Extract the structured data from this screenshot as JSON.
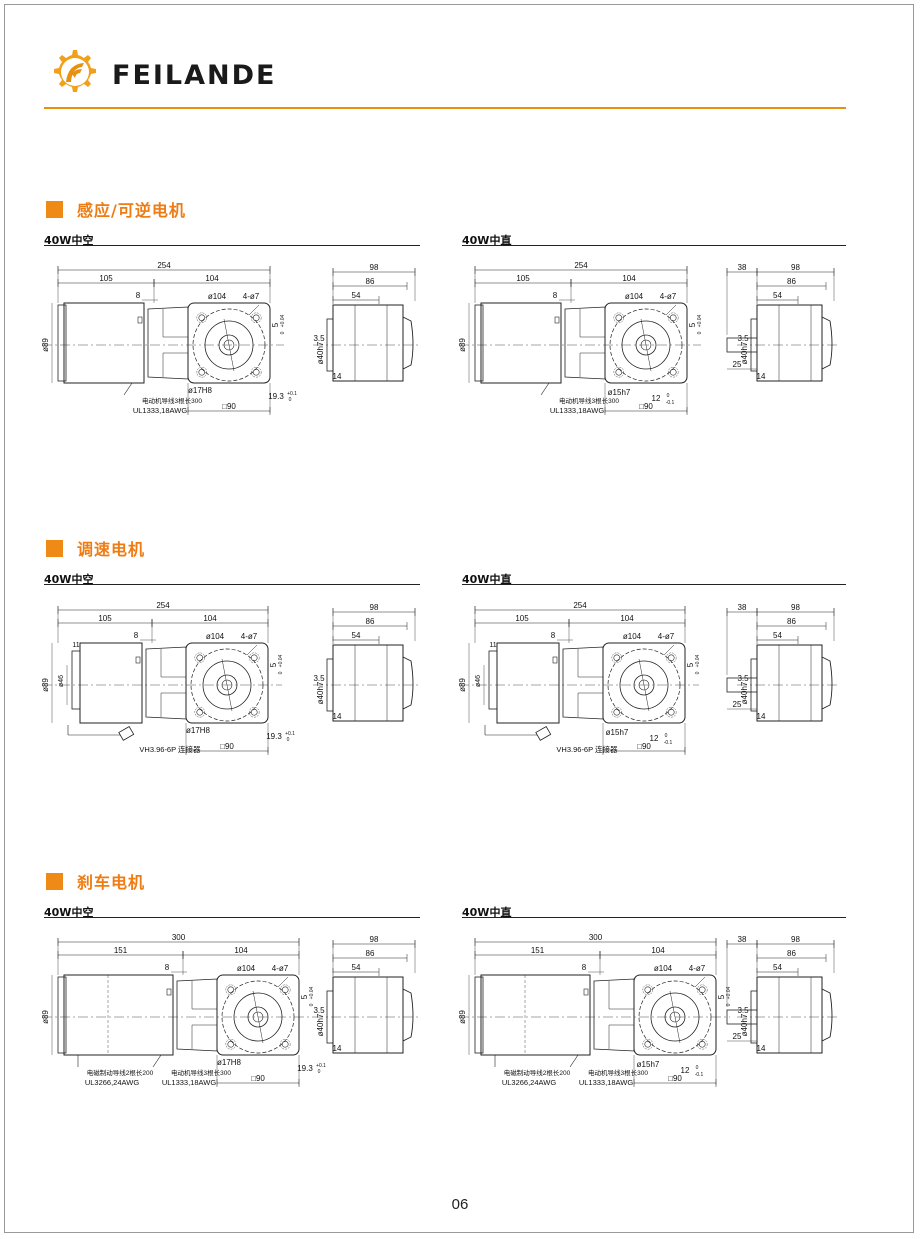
{
  "brand": {
    "name": "FEILANDE"
  },
  "colors": {
    "accent": "#ee8a15",
    "line": "#222222"
  },
  "sections": [
    {
      "title": "感应/可逆电机",
      "left": {
        "label": "40W中空",
        "dims": {
          "total": "254",
          "motor": "105",
          "head": "104",
          "flange_gap": "8",
          "dia_motor": "ø89",
          "circle": "ø104",
          "holes": "4-ø7",
          "bore": "ø17H8",
          "keyway": "19.3",
          "keyway_tol": "+0.1",
          "keyway_tol0": "0",
          "key": "5",
          "key_tol": "+0.04",
          "key_tol0": "0",
          "square": "□90",
          "side_total": "98",
          "side_86": "86",
          "side_54": "54",
          "side_35": "3.5",
          "side_pilot": "ø40h7",
          "side_14": "14",
          "wire1": "电动机导线3根长300",
          "wire1_spec": "UL1333,18AWG"
        }
      },
      "right": {
        "label": "40W中直",
        "dims": {
          "total": "254",
          "motor": "105",
          "head": "104",
          "flange_gap": "8",
          "dia_motor": "ø89",
          "circle": "ø104",
          "holes": "4-ø7",
          "shaft": "ø15h7",
          "key": "5",
          "key_tol": "+0.04",
          "key_tol0": "0",
          "key_h": "12",
          "key_h_tol0": "0",
          "key_h_tol": "-0.1",
          "square": "□90",
          "side_38": "38",
          "side_total": "98",
          "side_86": "86",
          "side_54": "54",
          "side_35": "3.5",
          "side_pilot": "ø40h7",
          "side_25": "25",
          "side_14": "14",
          "wire1": "电动机导线3根长300",
          "wire1_spec": "UL1333,18AWG"
        }
      }
    },
    {
      "title": "调速电机",
      "left": {
        "label": "40W中空",
        "dims": {
          "total": "254",
          "motor": "105",
          "head": "104",
          "flange_gap": "8",
          "dia_motor": "ø89",
          "dia_small": "ø46",
          "eleven": "11",
          "circle": "ø104",
          "holes": "4-ø7",
          "bore": "ø17H8",
          "keyway": "19.3",
          "keyway_tol": "+0.1",
          "keyway_tol0": "0",
          "key": "5",
          "key_tol": "+0.04",
          "key_tol0": "0",
          "square": "□90",
          "side_total": "98",
          "side_86": "86",
          "side_54": "54",
          "side_35": "3.5",
          "side_pilot": "ø40h7",
          "side_14": "14",
          "connector": "VH3.96-6P 连接器"
        }
      },
      "right": {
        "label": "40W中直",
        "dims": {
          "total": "254",
          "motor": "105",
          "head": "104",
          "flange_gap": "8",
          "dia_motor": "ø89",
          "dia_small": "ø46",
          "eleven": "11",
          "circle": "ø104",
          "holes": "4-ø7",
          "shaft": "ø15h7",
          "key": "5",
          "key_tol": "+0.04",
          "key_tol0": "0",
          "key_h": "12",
          "key_h_tol0": "0",
          "key_h_tol": "-0.1",
          "square": "□90",
          "side_38": "38",
          "side_total": "98",
          "side_86": "86",
          "side_54": "54",
          "side_35": "3.5",
          "side_pilot": "ø40h7",
          "side_25": "25",
          "side_14": "14",
          "connector": "VH3.96-6P 连接器"
        }
      }
    },
    {
      "title": "刹车电机",
      "left": {
        "label": "40W中空",
        "dims": {
          "total": "300",
          "motor": "151",
          "head": "104",
          "flange_gap": "8",
          "dia_motor": "ø89",
          "circle": "ø104",
          "holes": "4-ø7",
          "bore": "ø17H8",
          "keyway": "19.3",
          "keyway_tol": "+0.1",
          "keyway_tol0": "0",
          "key": "5",
          "key_tol": "+0.04",
          "key_tol0": "0",
          "square": "□90",
          "side_total": "98",
          "side_86": "86",
          "side_54": "54",
          "side_35": "3.5",
          "side_pilot": "ø40h7",
          "side_14": "14",
          "wire2": "电磁制动导线2根长200",
          "wire2_spec": "UL3266,24AWG",
          "wire1": "电动机导线3根长300",
          "wire1_spec": "UL1333,18AWG"
        }
      },
      "right": {
        "label": "40W中直",
        "dims": {
          "total": "300",
          "motor": "151",
          "head": "104",
          "flange_gap": "8",
          "dia_motor": "ø89",
          "circle": "ø104",
          "holes": "4-ø7",
          "shaft": "ø15h7",
          "key": "5",
          "key_tol": "+0.04",
          "key_tol0": "0",
          "key_h": "12",
          "key_h_tol0": "0",
          "key_h_tol": "-0.1",
          "square": "□90",
          "side_38": "38",
          "side_total": "98",
          "side_86": "86",
          "side_54": "54",
          "side_35": "3.5",
          "side_pilot": "ø40h7",
          "side_25": "25",
          "side_14": "14",
          "wire2": "电磁制动导线2根长200",
          "wire2_spec": "UL3266,24AWG",
          "wire1": "电动机导线3根长300",
          "wire1_spec": "UL1333,18AWG"
        }
      }
    }
  ],
  "page_number": "06"
}
